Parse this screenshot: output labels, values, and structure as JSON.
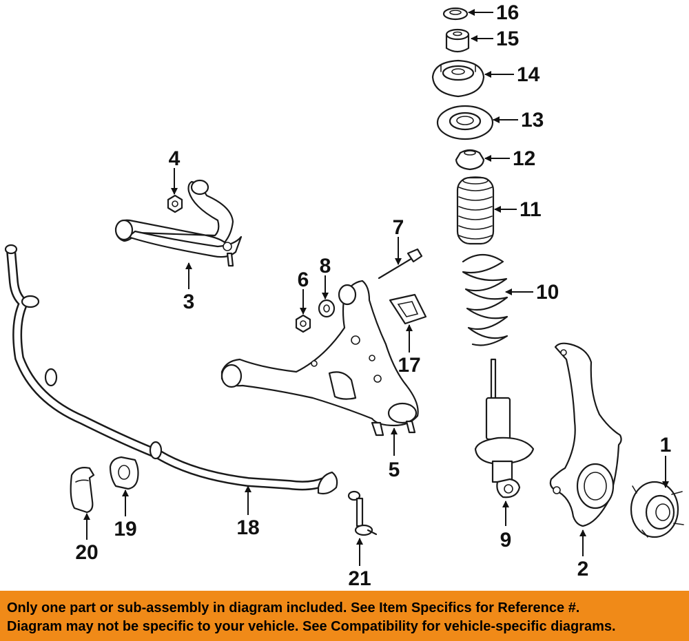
{
  "callouts": [
    "1",
    "2",
    "3",
    "4",
    "5",
    "6",
    "7",
    "8",
    "9",
    "10",
    "11",
    "12",
    "13",
    "14",
    "15",
    "16",
    "17",
    "18",
    "19",
    "20",
    "21"
  ],
  "disclaimer": {
    "line1": "Only one part or sub-assembly in diagram included. See Item Specifics for Reference #.",
    "line2": "Diagram may not be specific to your vehicle. See Compatibility for vehicle-specific diagrams."
  },
  "colors": {
    "banner": "#f08a18",
    "line": "#1a1a1a"
  }
}
